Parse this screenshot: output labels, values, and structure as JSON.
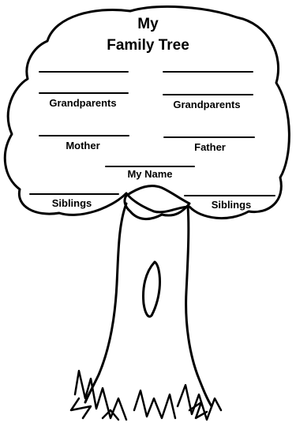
{
  "title": {
    "line1": "My",
    "line2": "Family Tree"
  },
  "labels": {
    "grandparents_left": "Grandparents",
    "grandparents_right": "Grandparents",
    "mother": "Mother",
    "father": "Father",
    "my_name": "My Name",
    "siblings_left": "Siblings",
    "siblings_right": "Siblings"
  },
  "colors": {
    "ink": "#000000",
    "paper": "#ffffff"
  }
}
